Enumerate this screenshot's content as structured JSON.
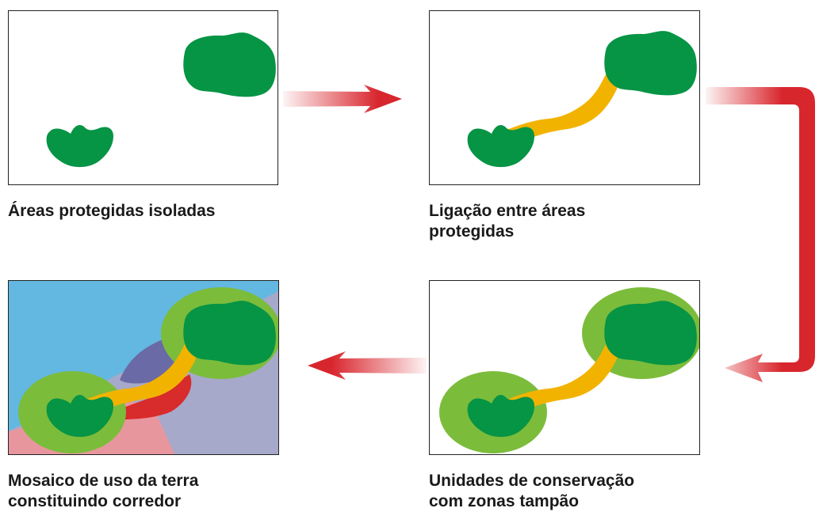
{
  "panels": [
    {
      "id": "isolated",
      "caption_lines": [
        "Áreas protegidas isoladas"
      ]
    },
    {
      "id": "linked",
      "caption_lines": [
        "Ligação entre áreas",
        "protegidas"
      ]
    },
    {
      "id": "buffer",
      "caption_lines": [
        "Unidades de conservação",
        "com zonas tampão"
      ]
    },
    {
      "id": "mosaic",
      "caption_lines": [
        "Mosaico de uso da terra",
        "constituindo corredor"
      ]
    }
  ],
  "colors": {
    "protected_area": "#069445",
    "corridor": "#f2b300",
    "buffer_zone": "#7cbc3b",
    "arrow": "#d8262d",
    "land_blue": "#62b8e0",
    "land_lavender": "#a6a9c9",
    "land_pink": "#e8969e",
    "land_purple": "#6a6aa6",
    "land_red": "#d82b2b"
  }
}
